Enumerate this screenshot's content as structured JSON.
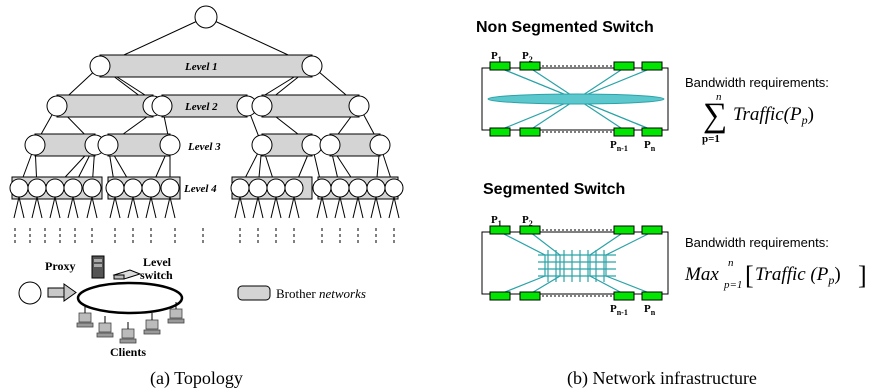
{
  "topology": {
    "levels": [
      "Level 1",
      "Level 2",
      "Level 3",
      "Level 4"
    ],
    "proxy_label": "Proxy",
    "level_switch_line1": "Level",
    "level_switch_line2": "switch",
    "clients_label": "Clients",
    "legend_brother": "Brother",
    "legend_networks": "networks",
    "caption": "(a) Topology"
  },
  "infrastructure": {
    "non_segmented_title": "Non Segmented Switch",
    "segmented_title": "Segmented Switch",
    "bandwidth_label": "Bandwidth requirements:",
    "formula1": {
      "upper": "n",
      "lower": "p=1",
      "body": "Traffic(P",
      "sub": "p",
      "close": ")"
    },
    "formula2": {
      "prefix": "Max",
      "upper": "n",
      "lower": "p=1",
      "body": "Traffic (P",
      "sub": "p",
      "close": ")"
    },
    "ports": {
      "p1": "P",
      "p1_sub": "1",
      "p2": "P",
      "p2_sub": "2",
      "pn1": "P",
      "pn1_sub": "n-1",
      "pn": "P",
      "pn_sub": "n"
    },
    "caption": "(b) Network infrastructure"
  },
  "colors": {
    "port_green": "#00e600",
    "teal": "#2aa3a8",
    "teal_fill": "#5cc7cc",
    "brother_gray": "#d4d4d4"
  }
}
